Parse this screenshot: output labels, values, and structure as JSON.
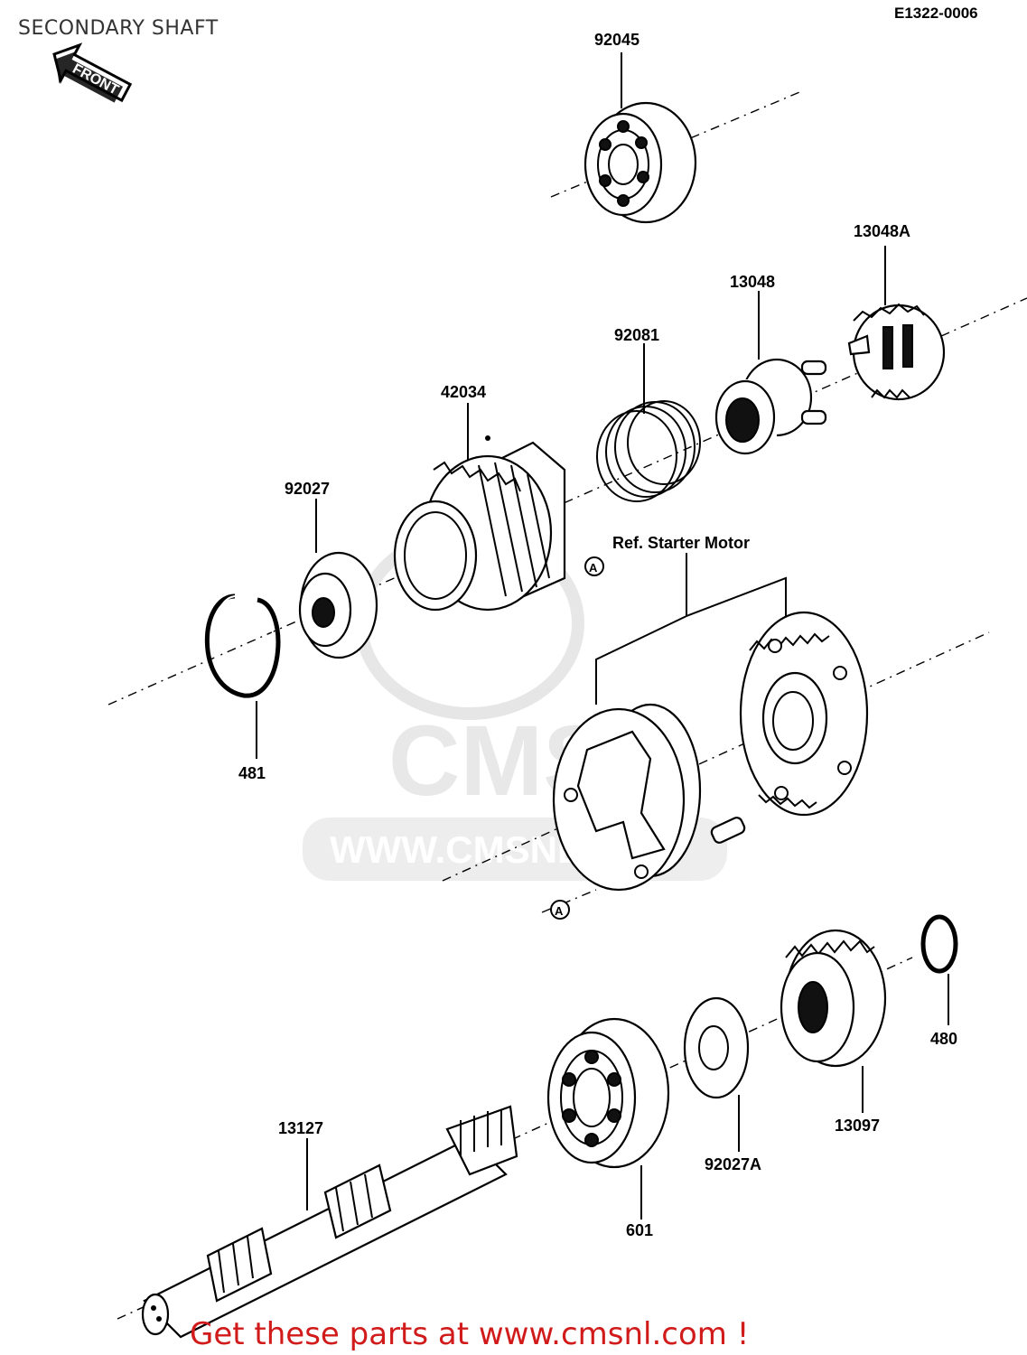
{
  "header": {
    "title": "SECONDARY SHAFT",
    "code": "E1322-0006",
    "front_label": "FRONT"
  },
  "parts": {
    "p92045": "92045",
    "p13048A": "13048A",
    "p13048": "13048",
    "p92081": "92081",
    "p42034": "42034",
    "p92027": "92027",
    "p481": "481",
    "ref_starter": "Ref. Starter Motor",
    "p480": "480",
    "p13097": "13097",
    "p13127": "13127",
    "p92027A": "92027A",
    "p601": "601",
    "marker_a": "A"
  },
  "watermark": {
    "logo": "CMS",
    "url": "WWW.CMSNL.COM"
  },
  "footer": {
    "text": "Get these parts at www.cmsnl.com !"
  }
}
